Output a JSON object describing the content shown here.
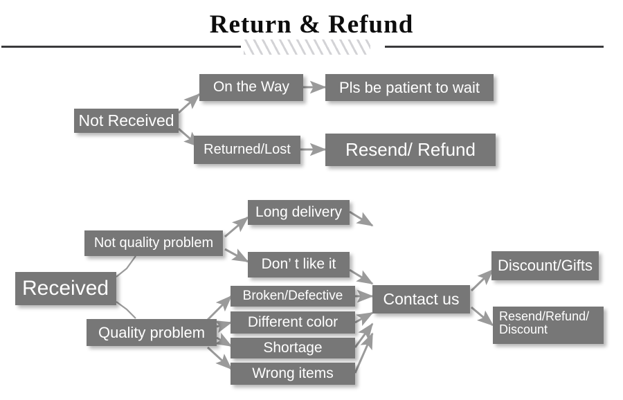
{
  "header": {
    "title": "Return & Refund",
    "divider_hatch": "diagonal-hatch-ornament"
  },
  "theme": {
    "node_fill": "#777777",
    "node_text": "#ffffff",
    "connector": "#9a9a9a",
    "rule": "#3a3a3c",
    "hatch": "#d3d3d6",
    "background": "#ffffff"
  },
  "diagram": {
    "type": "flowchart",
    "branches": [
      {
        "id": "not-received",
        "root": "Not Received",
        "steps": [
          {
            "stage": "On the Way",
            "outcome": "Pls be patient to wait"
          },
          {
            "stage": "Returned/Lost",
            "outcome": "Resend/ Refund"
          }
        ]
      },
      {
        "id": "received",
        "root": "Received",
        "categories": [
          {
            "label": "Not quality problem",
            "issues": [
              "Long delivery",
              "Don’  t like it"
            ]
          },
          {
            "label": "Quality problem",
            "issues": [
              "Broken/Defective",
              "Different color",
              "Shortage",
              "Wrong items"
            ]
          }
        ],
        "action": "Contact us",
        "resolutions": [
          "Discount/Gifts",
          "Resend/Refund/\nDiscount"
        ]
      }
    ]
  },
  "nodes": {
    "not_received": "Not Received",
    "on_the_way": "On the Way",
    "pls_be_patient": "Pls be patient to wait",
    "returned_lost": "Returned/Lost",
    "resend_refund": "Resend/ Refund",
    "received": "Received",
    "not_quality_problem": "Not quality problem",
    "quality_problem": "Quality problem",
    "long_delivery": "Long delivery",
    "dont_like_it": "Don’  t like it",
    "broken_defective": "Broken/Defective",
    "different_color": "Different color",
    "shortage": "Shortage",
    "wrong_items": "Wrong items",
    "contact_us": "Contact us",
    "discount_gifts": "Discount/Gifts",
    "resend_refund_discount_line1": "Resend/Refund/",
    "resend_refund_discount_line2": "Discount"
  }
}
